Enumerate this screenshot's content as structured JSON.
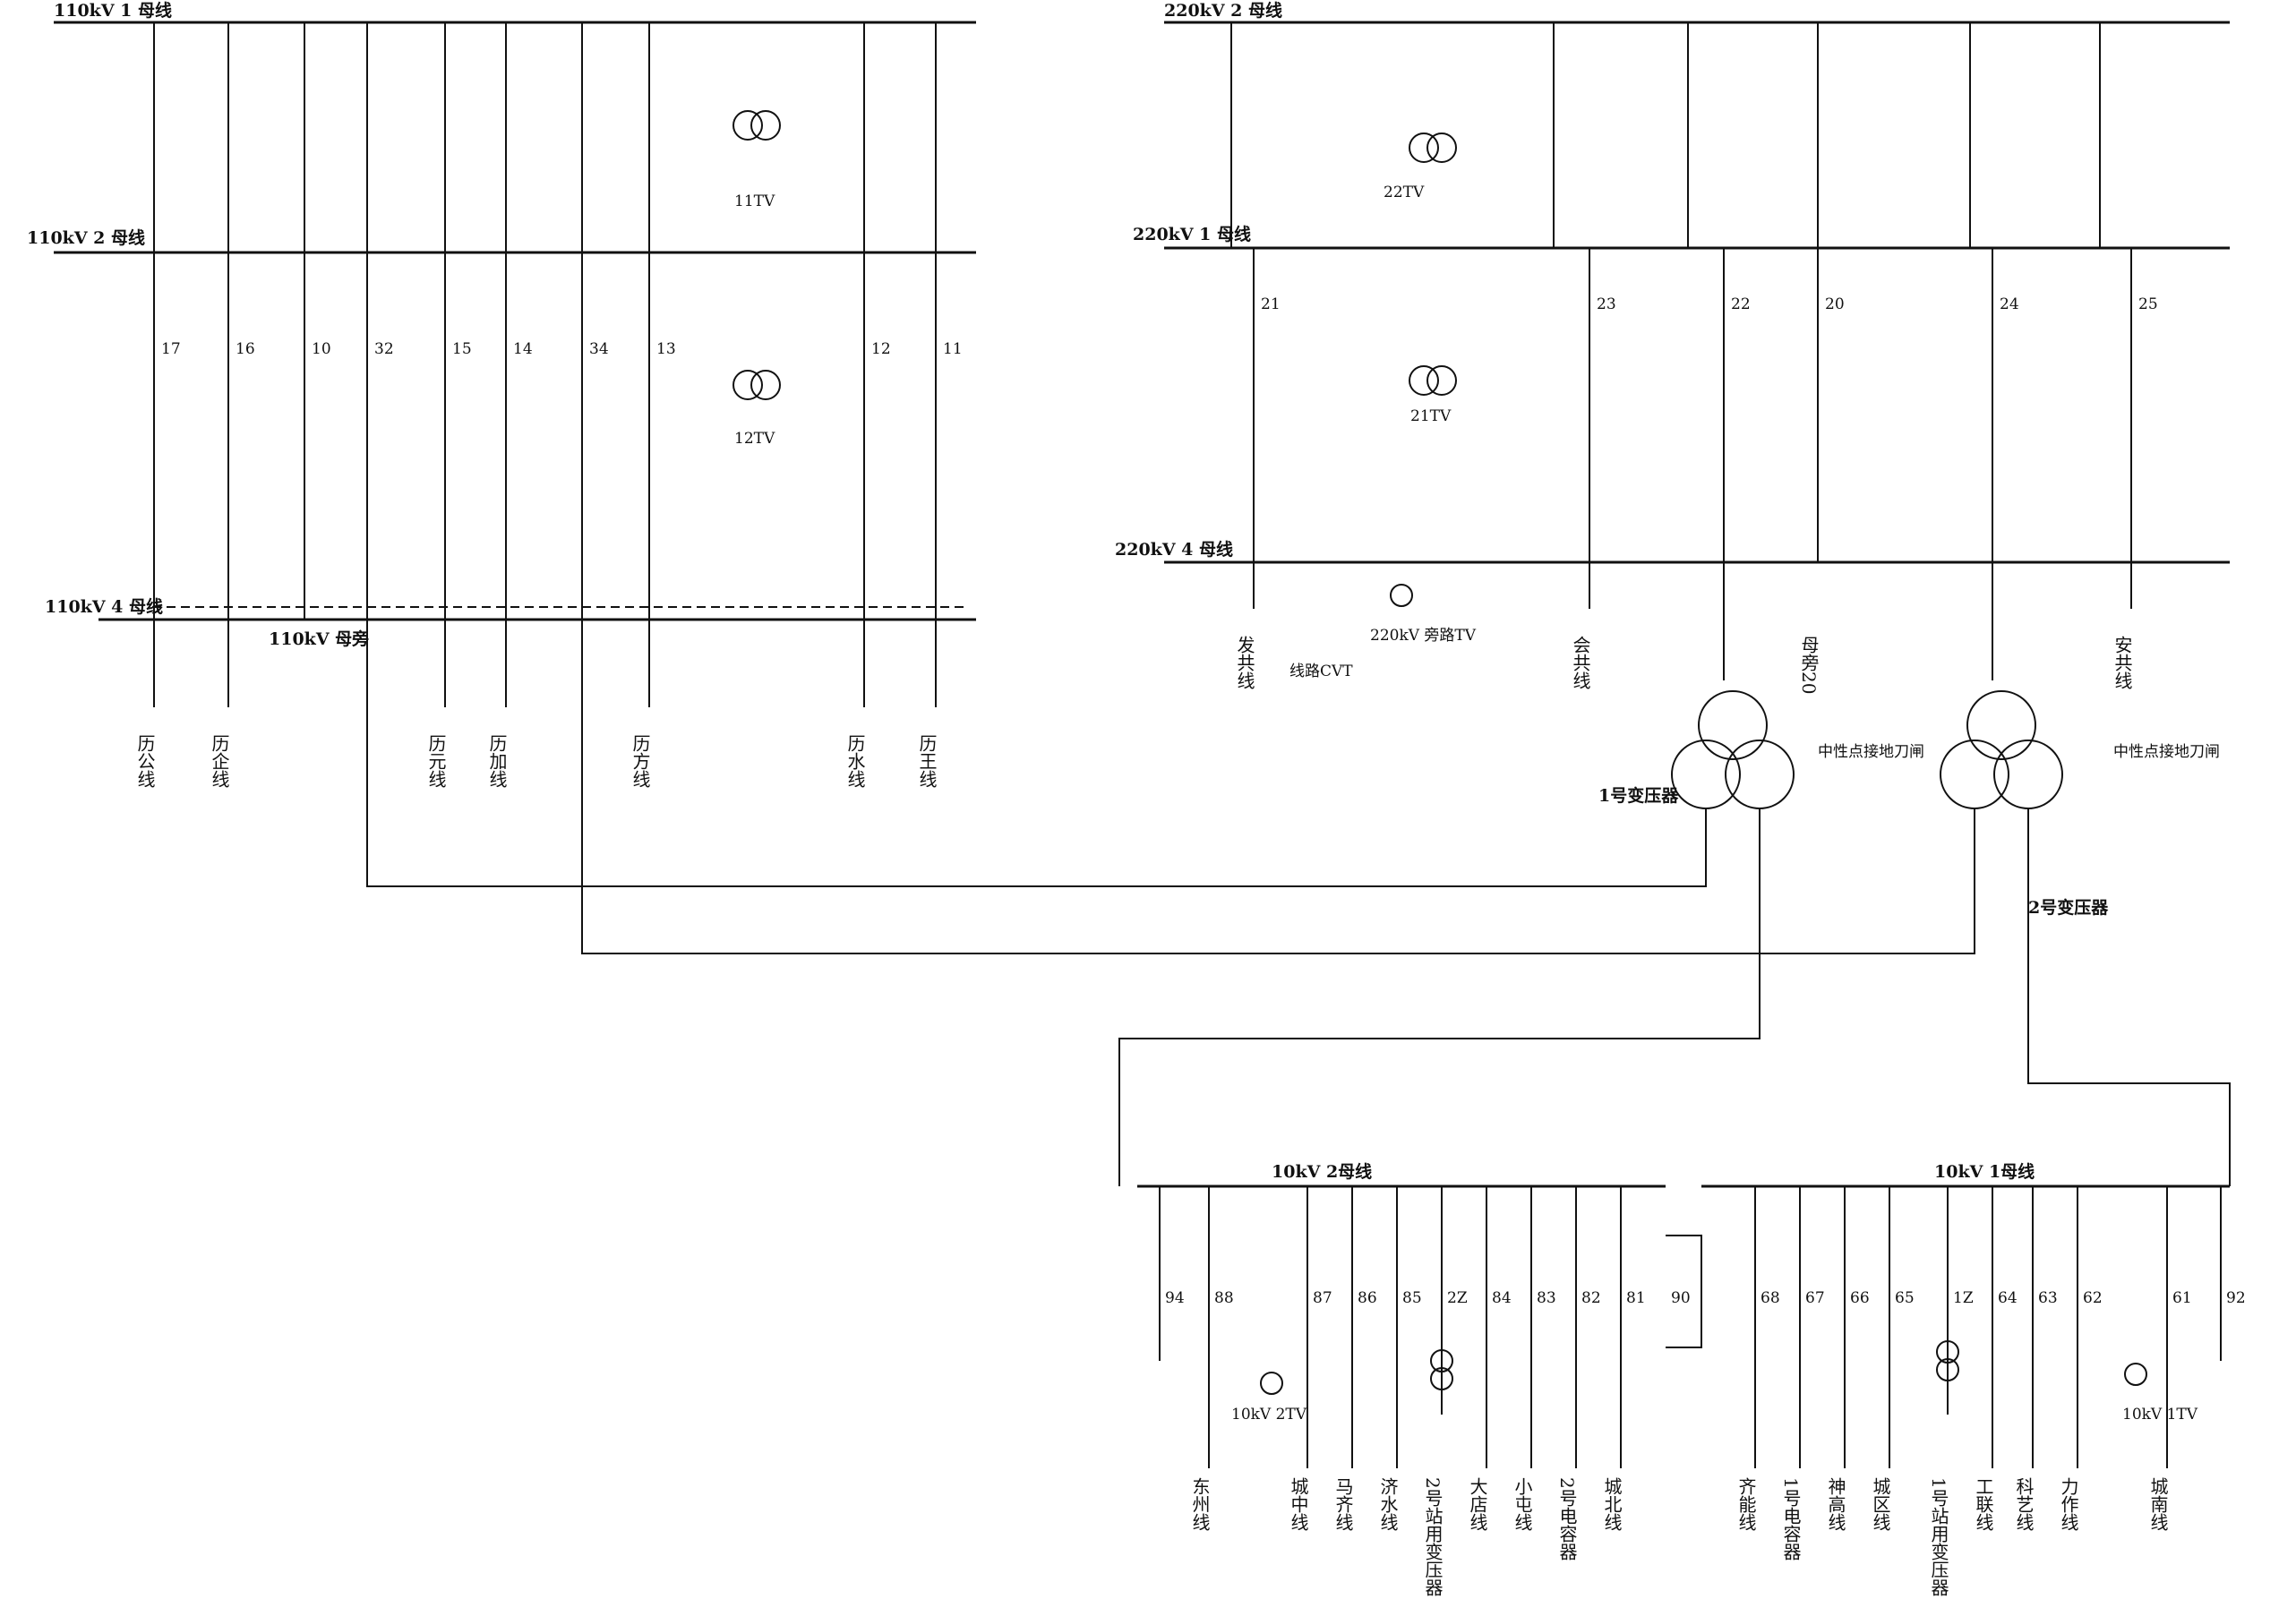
{
  "buses": {
    "kv110_1": "110kV 1 母线",
    "kv110_2": "110kV 2 母线",
    "kv110_4": "110kV 4 母线",
    "kv110_bypass": "110kV 母旁",
    "kv220_2": "220kV 2 母线",
    "kv220_1": "220kV 1 母线",
    "kv220_4": "220kV 4 母线",
    "kv10_2": "10kV 2母线",
    "kv10_1": "10kV 1母线"
  },
  "transformers": {
    "t1": "1号变压器",
    "t2": "2号变压器",
    "tv11": "11TV",
    "tv12": "12TV",
    "tv21": "21TV",
    "tv22": "22TV",
    "bypass_tv": "220kV 旁路TV",
    "tv10_2": "10kV 2TV",
    "tv10_1": "10kV 1TV",
    "neutral_1": "中性点接地刀闸",
    "neutral_2": "中性点接地刀闸"
  },
  "lines_110": [
    {
      "id": "17",
      "name": "历公线"
    },
    {
      "id": "16",
      "name": "历企线"
    },
    {
      "id": "10",
      "name": ""
    },
    {
      "id": "32",
      "name": ""
    },
    {
      "id": "15",
      "name": "历元线"
    },
    {
      "id": "14",
      "name": "历加线"
    },
    {
      "id": "34",
      "name": ""
    },
    {
      "id": "13",
      "name": "历方线"
    },
    {
      "id": "12",
      "name": "历水线"
    },
    {
      "id": "11",
      "name": "历王线"
    }
  ],
  "lines_220": [
    {
      "id": "21",
      "name": "发共线"
    },
    {
      "id": "23",
      "name": "会共线"
    },
    {
      "id": "22",
      "name": ""
    },
    {
      "id": "20",
      "name": "母旁20"
    },
    {
      "id": "24",
      "name": ""
    },
    {
      "id": "25",
      "name": "安共线"
    }
  ],
  "cvt_label": "线路CVT",
  "feeders_10_2": [
    {
      "id": "94",
      "name": ""
    },
    {
      "id": "88",
      "name": "东州线"
    },
    {
      "id": "87",
      "name": "城中线"
    },
    {
      "id": "86",
      "name": "马齐线"
    },
    {
      "id": "85",
      "name": "济水线"
    },
    {
      "id": "2Z",
      "name": "2号站用变压器"
    },
    {
      "id": "84",
      "name": "大店线"
    },
    {
      "id": "83",
      "name": "小屯线"
    },
    {
      "id": "82",
      "name": "2号电容器"
    },
    {
      "id": "81",
      "name": "城北线"
    },
    {
      "id": "90",
      "name": ""
    }
  ],
  "feeders_10_1": [
    {
      "id": "68",
      "name": "齐能线"
    },
    {
      "id": "67",
      "name": "1号电容器"
    },
    {
      "id": "66",
      "name": "神高线"
    },
    {
      "id": "65",
      "name": "城区线"
    },
    {
      "id": "1Z",
      "name": "1号站用变压器"
    },
    {
      "id": "64",
      "name": "工联线"
    },
    {
      "id": "63",
      "name": "科艺线"
    },
    {
      "id": "62",
      "name": "力作线"
    },
    {
      "id": "61",
      "name": "城南线"
    },
    {
      "id": "92",
      "name": ""
    }
  ]
}
